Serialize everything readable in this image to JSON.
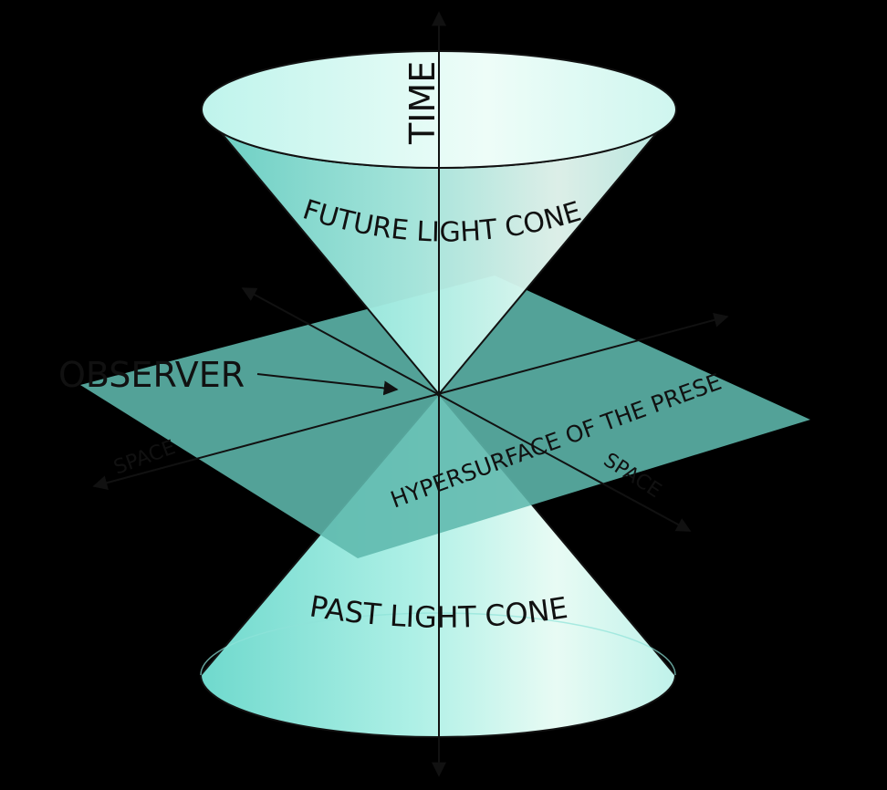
{
  "labels": {
    "time": "TIME",
    "future_cone": "FUTURE LIGHT CONE",
    "past_cone": "PAST LIGHT CONE",
    "observer": "OBSERVER",
    "hypersurface": "HYPERSURFACE OF THE PRESENT",
    "space_left": "SPACE",
    "space_right": "SPACE"
  },
  "colors": {
    "background": "#000000",
    "cone_light": "#e8fbf4",
    "cone_mid": "#aef0e6",
    "cone_edge": "#6fd9cd",
    "plane": "#5fb8ad",
    "line": "#111111"
  }
}
